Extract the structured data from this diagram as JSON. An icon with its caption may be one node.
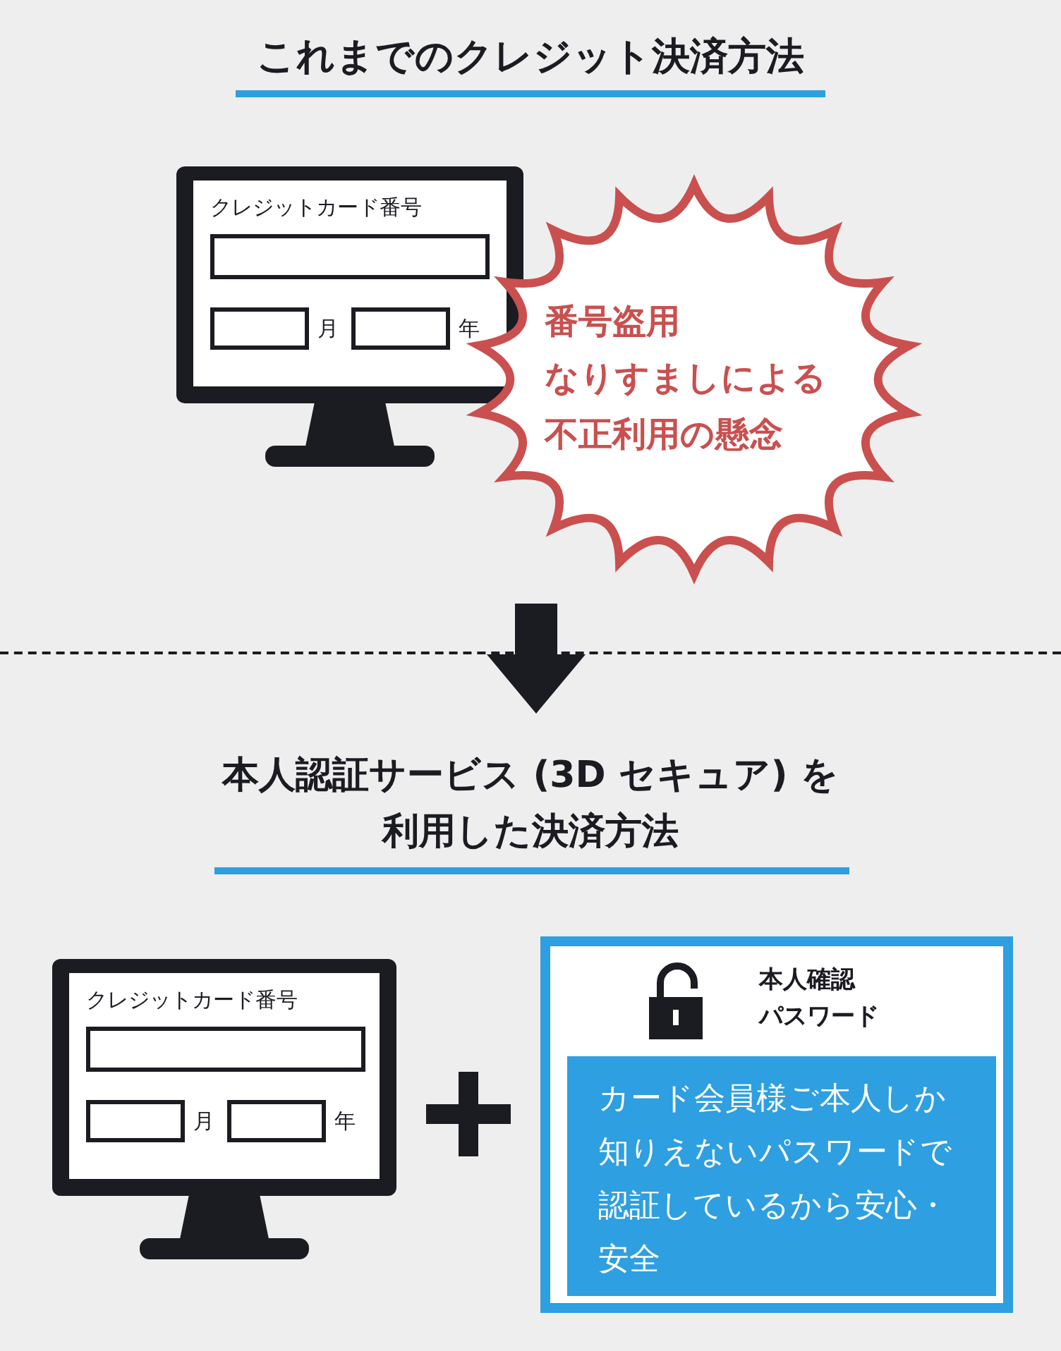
{
  "diagram": {
    "title": "これまでのクレジット決済方法",
    "nodes": [
      {
        "text": [
          "クレジットカード番号",
          "月",
          "年"
        ]
      },
      {
        "text": [
          "番号盗用",
          "なりすましによる",
          "不正利用の懸念"
        ]
      },
      {
        "text": [
          "クレジットカード番号",
          "月",
          "年"
        ]
      },
      {
        "text": [
          "本人確認",
          "パスワード"
        ]
      },
      {
        "text": [
          "カード会員様ご本人しか知りえないパスワードで認証しているから安心・安全"
        ],
        "in": 3
      }
    ],
    "edges": [],
    "labels": [
      "本人認証サービス (3D セキュア) を利用した決済方法"
    ]
  }
}
